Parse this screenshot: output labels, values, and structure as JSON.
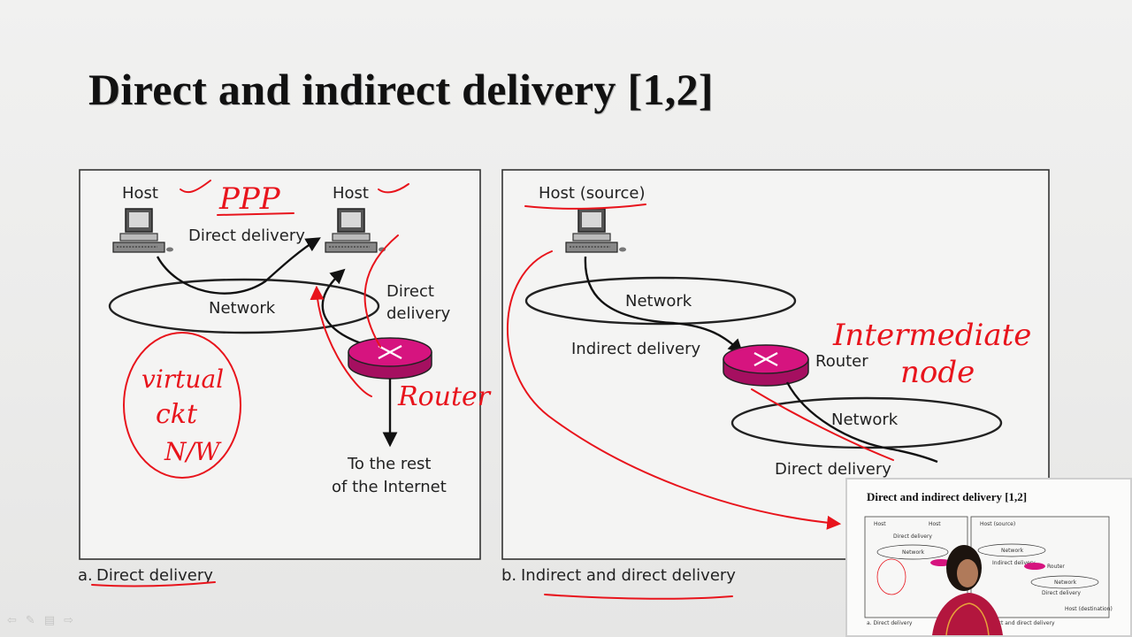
{
  "title": "Direct and indirect delivery [1,2]",
  "panel_a": {
    "host_left": "Host",
    "host_right": "Host",
    "direct_delivery": "Direct delivery",
    "network": "Network",
    "direct_label_line1": "Direct",
    "direct_label_line2": "delivery",
    "internet_line1": "To the rest",
    "internet_line2": "of the Internet",
    "caption_prefix": "a.",
    "caption": "Direct delivery"
  },
  "panel_b": {
    "host_source": "Host (source)",
    "network_top": "Network",
    "indirect_delivery": "Indirect delivery",
    "router": "Router",
    "network_bottom": "Network",
    "direct_delivery": "Direct delivery",
    "caption_prefix": "b.",
    "caption": "Indirect and direct delivery"
  },
  "annotations": {
    "ppp": "PPP",
    "virtual_line1": "virtual",
    "virtual_line2": "ckt",
    "virtual_line3": "N/W",
    "router_note": "Router",
    "intermediate_line1": "Intermediate",
    "intermediate_line2": "node"
  },
  "inset": {
    "title": "Direct and indirect delivery [1,2]",
    "mini_host": "Host",
    "mini_host_source": "Host (source)",
    "mini_network": "Network",
    "mini_direct_delivery": "Direct delivery",
    "mini_router": "Router",
    "mini_indirect": "Indirect delivery",
    "mini_caption_a": "a. Direct delivery",
    "mini_caption_b": "b. Indirect and direct delivery",
    "mini_host_destination": "Host (destination)"
  },
  "colors": {
    "ink": "#e8141c",
    "router": "#d6147f",
    "title": "#111111"
  },
  "toolbar_icons": [
    "back-arrow-icon",
    "pen-icon",
    "menu-icon",
    "forward-arrow-icon"
  ]
}
